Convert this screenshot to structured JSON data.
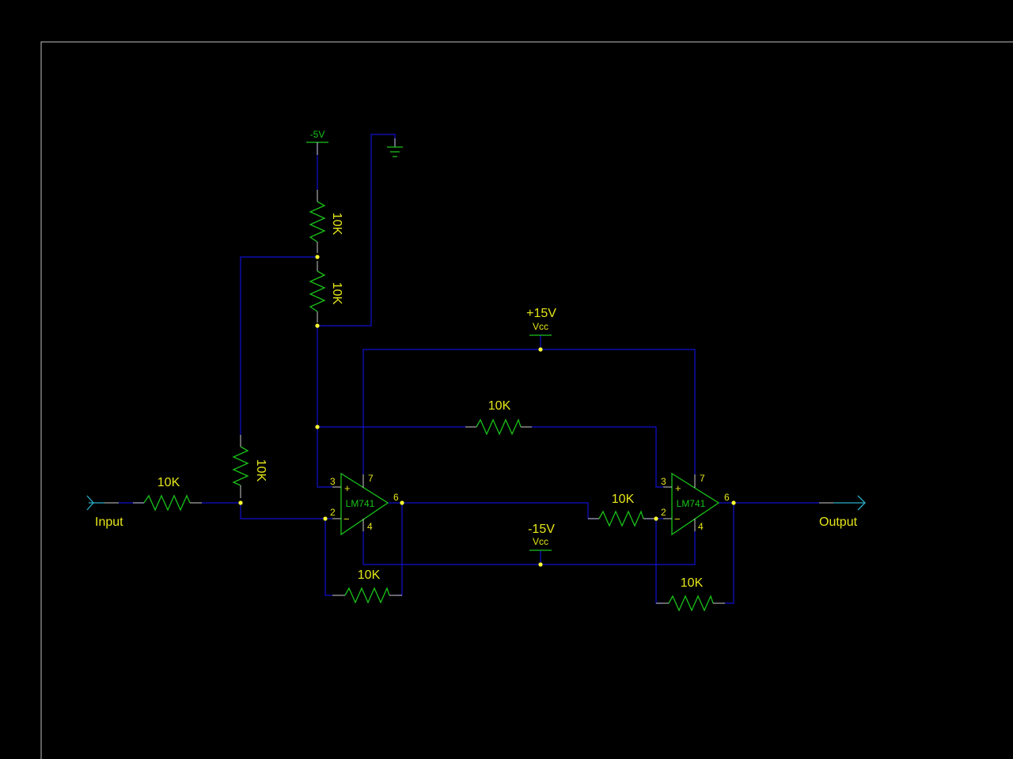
{
  "labels": {
    "input": "Input",
    "output": "Output",
    "neg5v": "-5V",
    "pos15v": "+15V",
    "neg15v": "-15V",
    "vcc": "Vcc",
    "opamp1": "LM741",
    "opamp2": "LM741",
    "pin_plus": "+",
    "pin_minus": "−",
    "pin3": "3",
    "pin2": "2",
    "pin7": "7",
    "pin4": "4",
    "pin6": "6"
  },
  "resistors": {
    "r_input": "10K",
    "r_vdiv_top": "10K",
    "r_vdiv_bottom": "10K",
    "r_offset": "10K",
    "r_top_feedback": "10K",
    "r_fb1": "10K",
    "r_stage2_in": "10K",
    "r_fb2": "10K"
  }
}
